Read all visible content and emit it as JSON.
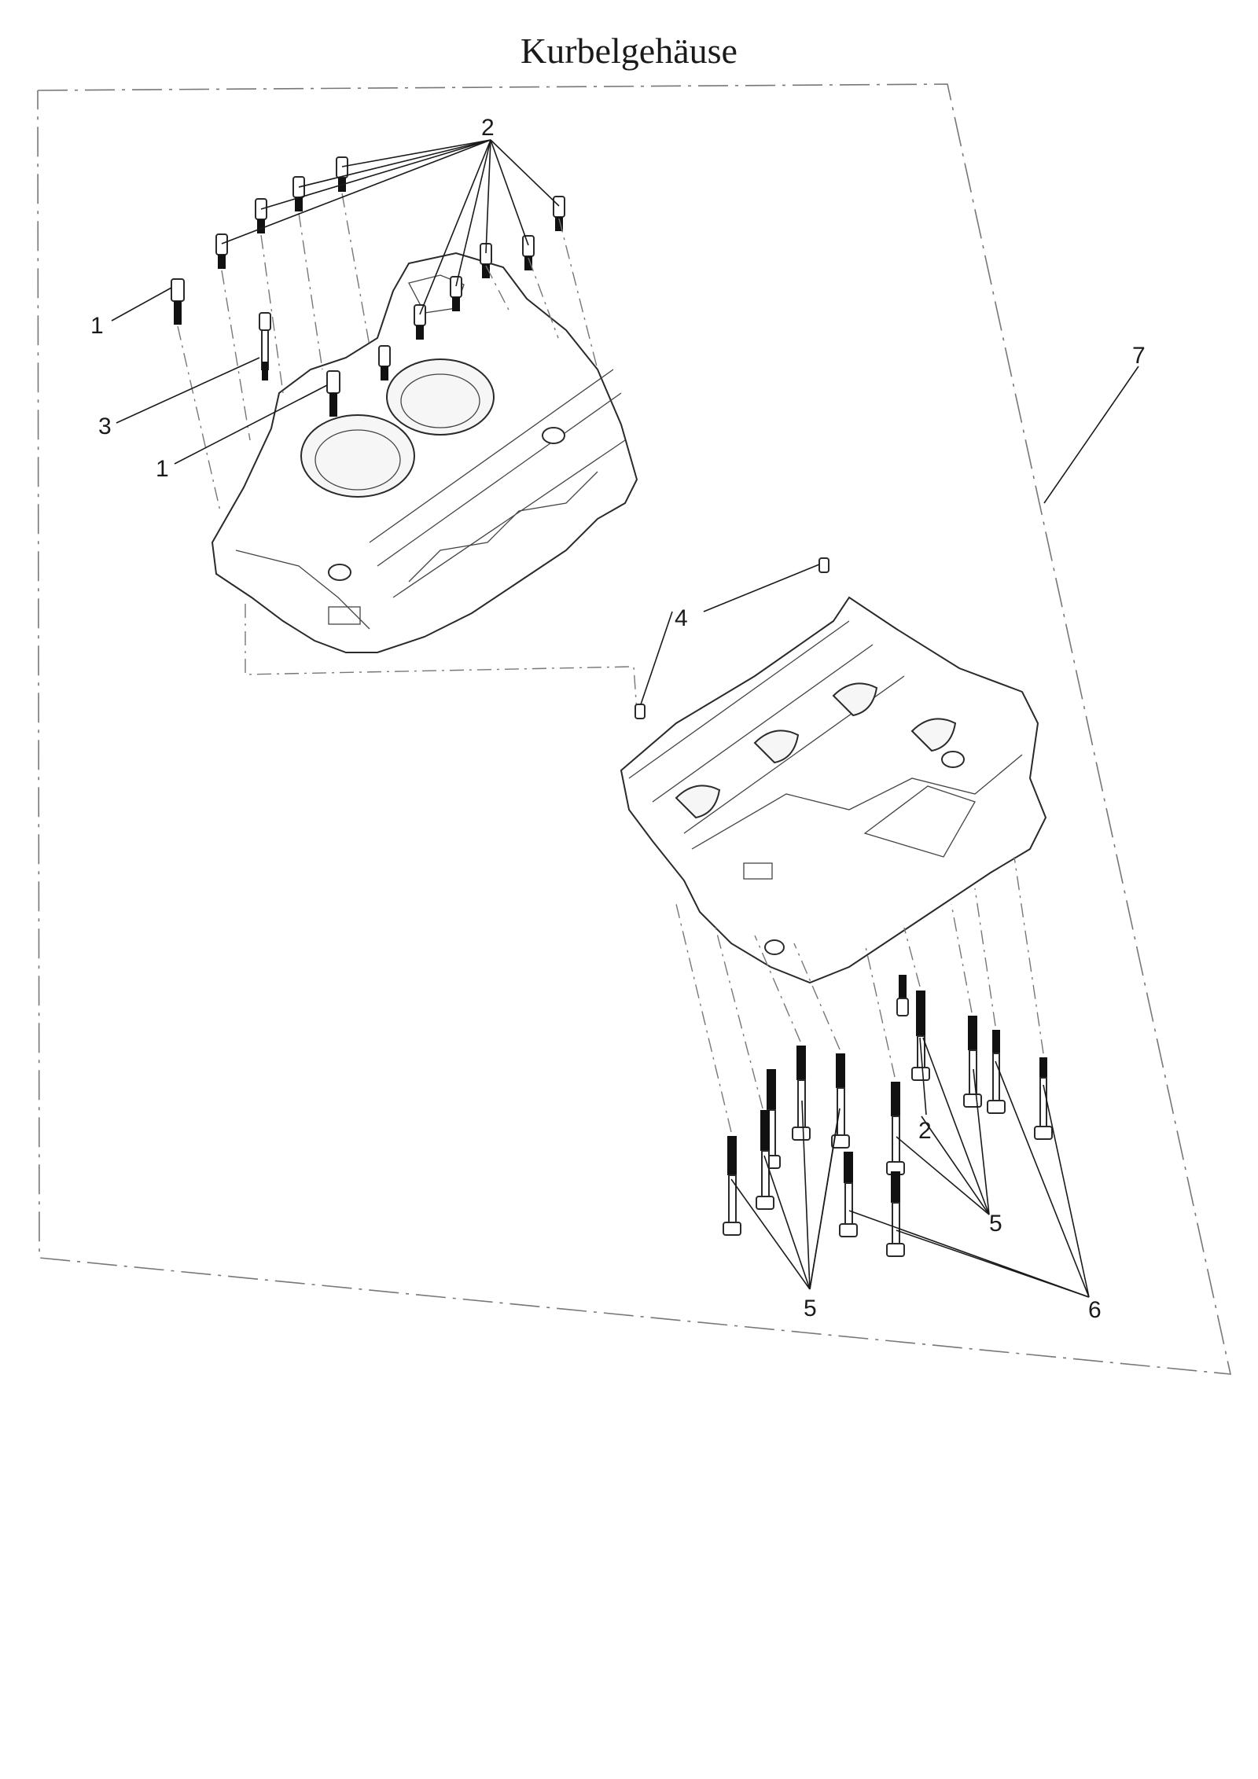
{
  "title": "Kurbelgehäuse",
  "callouts": {
    "c1a": "1",
    "c1b": "1",
    "c2top": "2",
    "c2bottom": "2",
    "c3": "3",
    "c4": "4",
    "c5mid": "5",
    "c5low": "5",
    "c6": "6",
    "c7": "7"
  }
}
